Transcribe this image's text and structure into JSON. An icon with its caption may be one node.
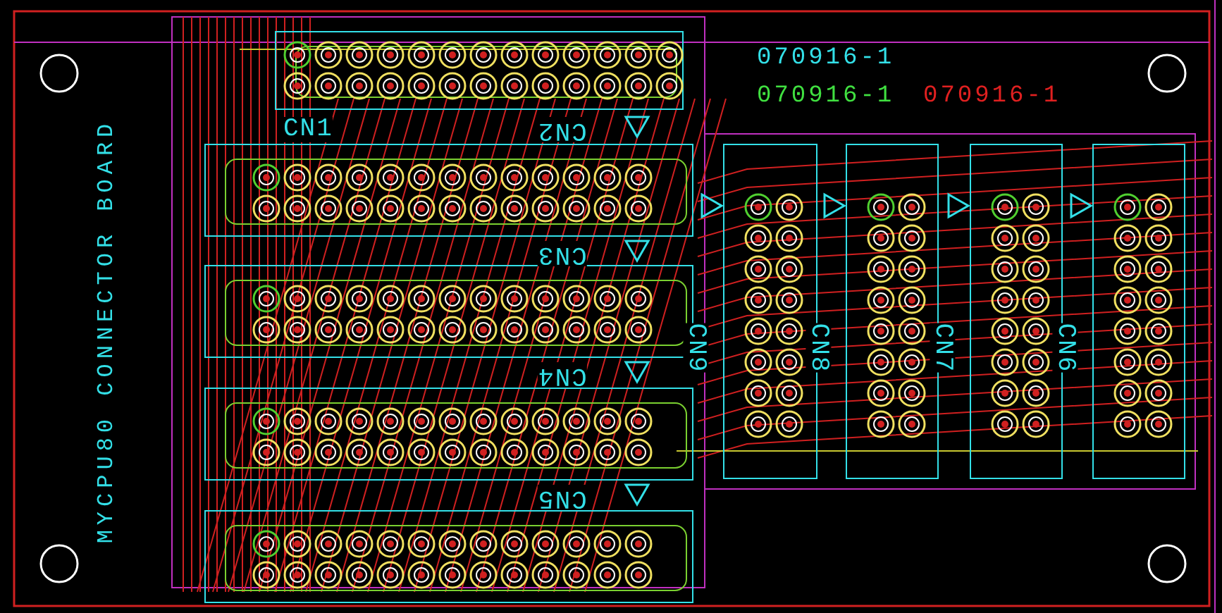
{
  "diagram": {
    "nodes": [
      {
        "text": [
          "CN1"
        ]
      },
      {
        "text": [
          "CN2"
        ]
      },
      {
        "text": [
          "CN3"
        ]
      },
      {
        "text": [
          "CN4"
        ]
      },
      {
        "text": [
          "CN5"
        ]
      },
      {
        "text": [
          "CN9"
        ]
      },
      {
        "text": [
          "CN8"
        ]
      },
      {
        "text": [
          "CN7"
        ]
      },
      {
        "text": [
          "CN6"
        ]
      }
    ],
    "labels": [
      "MYCPU80 CONNECTOR BOARD",
      "070916-1",
      "070916-1",
      "070916-1"
    ]
  }
}
